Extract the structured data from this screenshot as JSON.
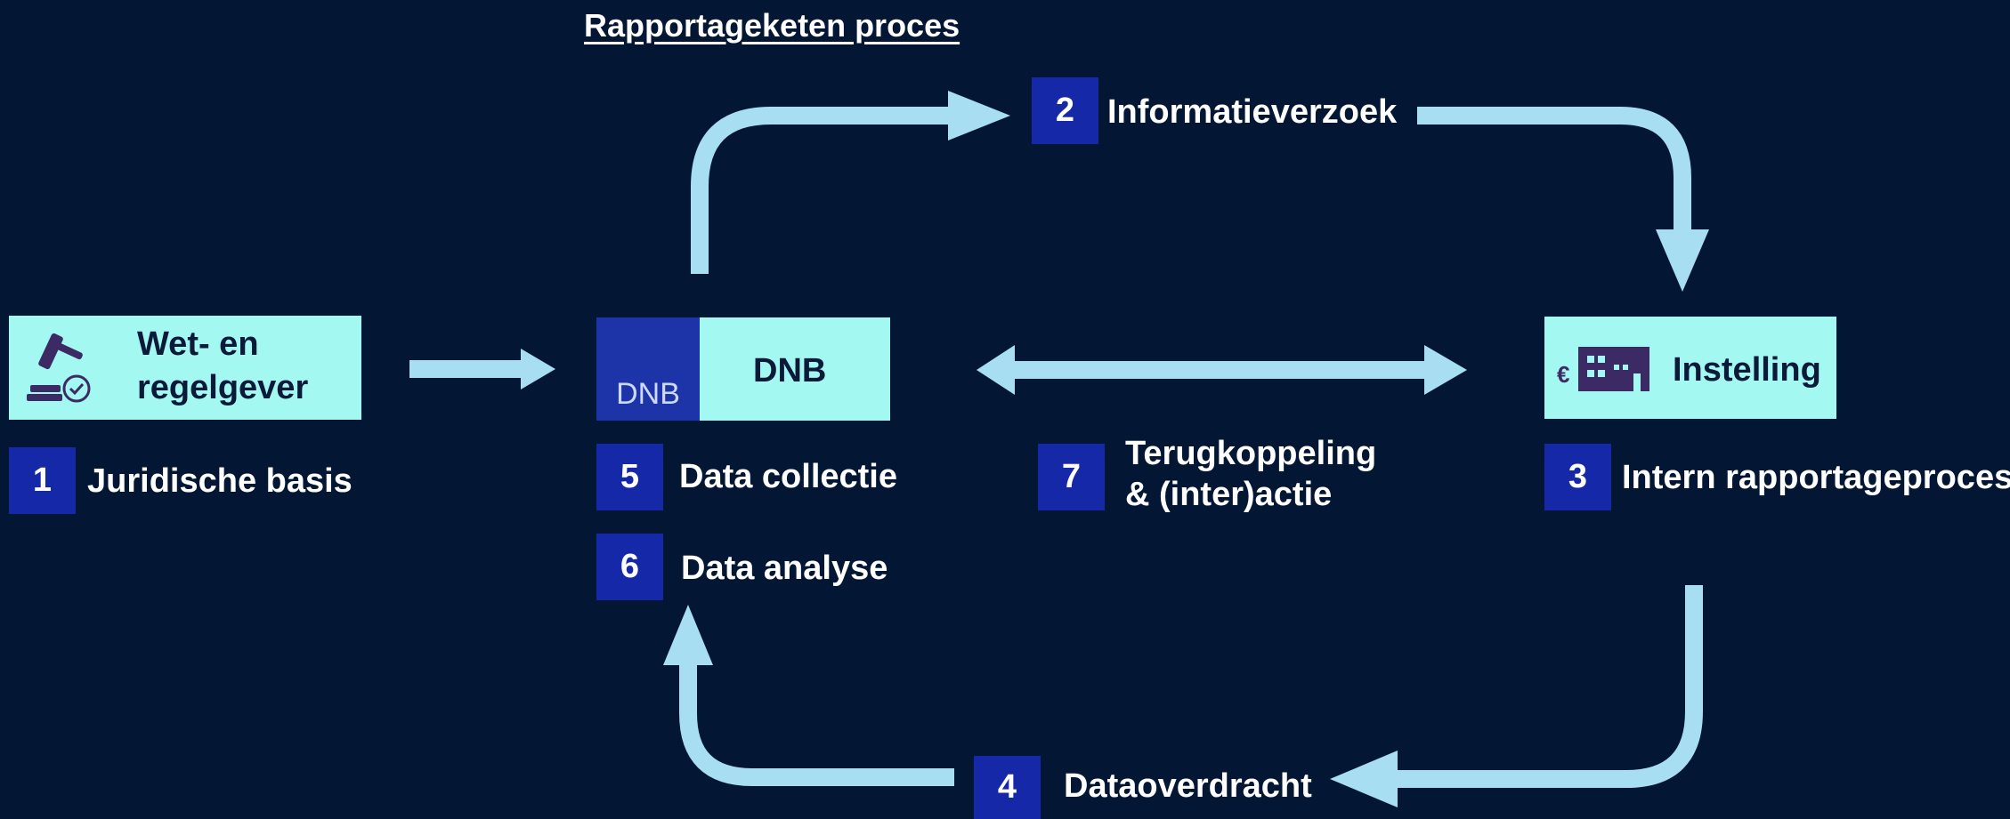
{
  "title": "Rapportageketen proces",
  "colors": {
    "background": "#031634",
    "arrow": "#a8def2",
    "actor_fill": "#a4f8f2",
    "number_box": "#1428a8",
    "icon": "#3b2a63"
  },
  "actors": {
    "regulator": {
      "label_line1": "Wet- en",
      "label_line2": "regelgever",
      "icon": "gavel-check-icon"
    },
    "dnb": {
      "logo_text": "DNB",
      "label": "DNB"
    },
    "institution": {
      "label": "Instelling",
      "icon": "building-euro-icon"
    }
  },
  "steps": [
    {
      "number": "1",
      "label": "Juridische basis"
    },
    {
      "number": "2",
      "label": "Informatieverzoek"
    },
    {
      "number": "3",
      "label": "Intern rapportageproces"
    },
    {
      "number": "4",
      "label": "Dataoverdracht"
    },
    {
      "number": "5",
      "label": "Data collectie"
    },
    {
      "number": "6",
      "label": "Data analyse"
    },
    {
      "number": "7",
      "label_line1": "Terugkoppeling",
      "label_line2": "& (inter)actie"
    }
  ]
}
